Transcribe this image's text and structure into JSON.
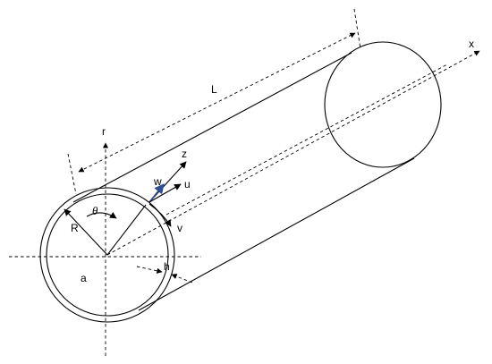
{
  "labels": {
    "x_axis": "x",
    "r_axis": "r",
    "length": "L",
    "z": "z",
    "w": "w",
    "u": "u",
    "v": "v",
    "theta": "θ",
    "radius": "R",
    "inner": "a",
    "thickness": "h"
  },
  "colors": {
    "line": "#000000",
    "w_arrow": "#2f4f8f",
    "background": "#ffffff"
  }
}
